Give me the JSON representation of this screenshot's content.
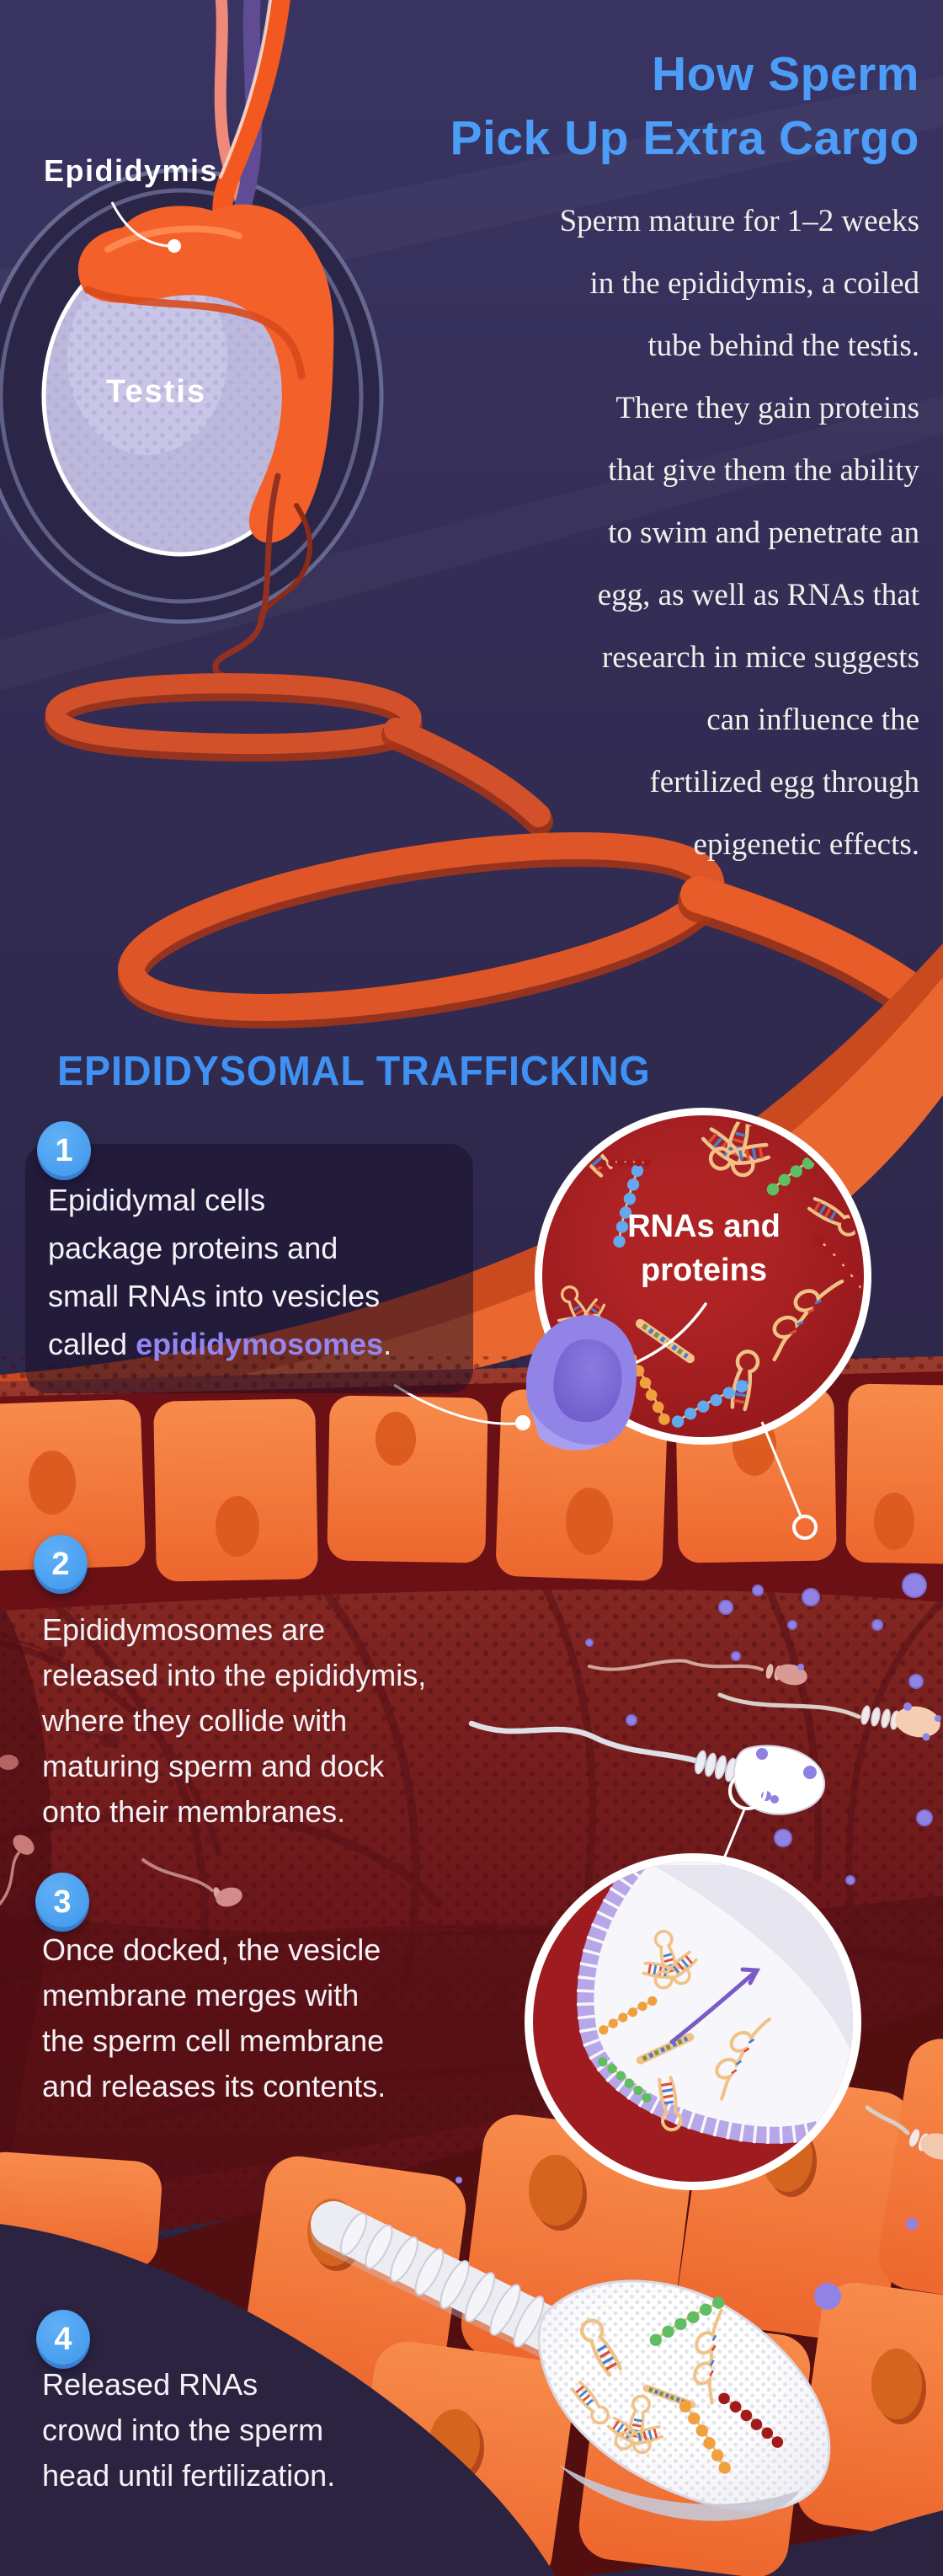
{
  "infographic": {
    "title": "How Sperm\nPick Up Extra Cargo",
    "intro": "Sperm mature for 1–2 weeks\nin the epididymis, a coiled\ntube behind the testis.\nThere they gain proteins\nthat give them the ability\nto swim and penetrate an\negg, as well as RNAs that\nresearch in mice suggests\ncan influence the\nfertilized egg through\nepigenetic effects.",
    "anatomy": {
      "epididymis_label": "Epididymis",
      "testis_label": "Testis"
    },
    "section_heading": "EPIDIDYSOMAL TRAFFICKING",
    "inset_label": "RNAs and\nproteins",
    "steps": [
      {
        "number": "1",
        "text_before": "Epididymal cells\npackage proteins and\nsmall RNAs into vesicles\ncalled ",
        "highlight": "epididymosomes",
        "text_after": "."
      },
      {
        "number": "2",
        "text": "Epididymosomes are\nreleased into the epididymis,\nwhere they collide with\nmaturing sperm and dock\nonto their membranes."
      },
      {
        "number": "3",
        "text": "Once docked, the vesicle\nmembrane merges with\nthe sperm cell membrane\nand releases its contents."
      },
      {
        "number": "4",
        "text": "Released RNAs\ncrowd into the sperm\nhead until fertilization."
      }
    ],
    "colors": {
      "background_navy": "#322C52",
      "title_blue": "#4B9DF7",
      "heading_blue": "#3F92F3",
      "body_text": "#F2EFEA",
      "highlight_purple": "#9486F0",
      "badge_blue": "#45A0F0",
      "duct_orange": "#E8612C",
      "cell_orange": "#F4793E",
      "lumen_red": "#7E2420",
      "inset_red": "#9B1B1E",
      "vesicle_purple": "#9184E6",
      "testis_lavender": "#BCB9DD"
    }
  }
}
